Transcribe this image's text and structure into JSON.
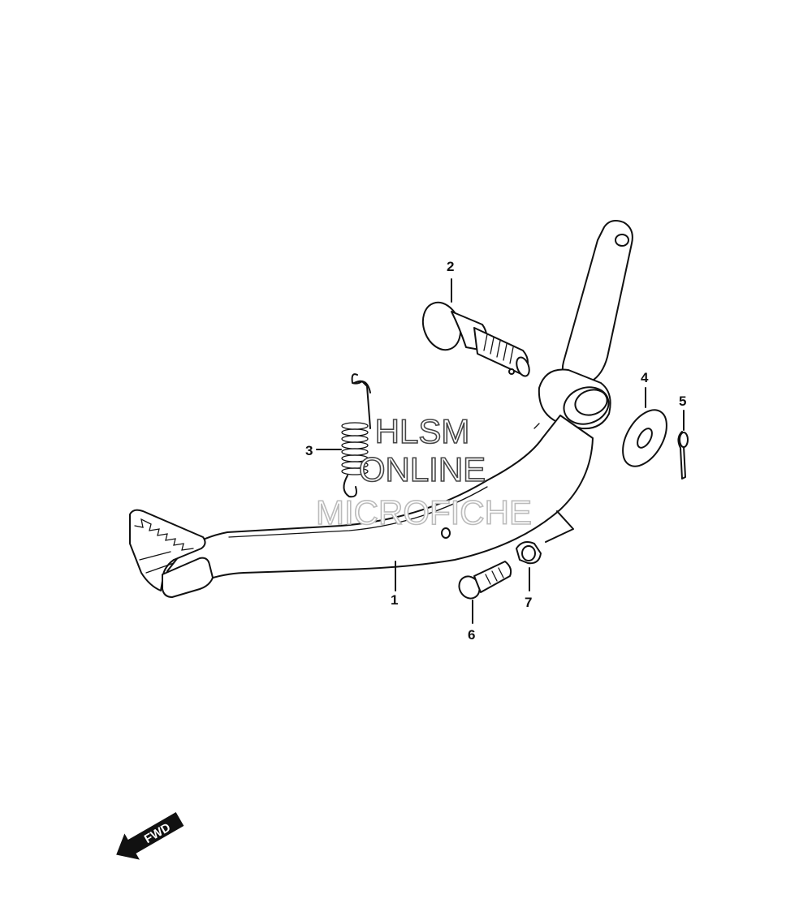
{
  "callouts": [
    {
      "id": "1",
      "label": "1"
    },
    {
      "id": "2",
      "label": "2"
    },
    {
      "id": "3",
      "label": "3"
    },
    {
      "id": "4",
      "label": "4"
    },
    {
      "id": "5",
      "label": "5"
    },
    {
      "id": "6",
      "label": "6"
    },
    {
      "id": "7",
      "label": "7"
    }
  ],
  "watermark": {
    "line1": "HLSM",
    "line2": "ONLINE",
    "line3": "MICROFICHE"
  },
  "direction_arrow": {
    "label": "FWD"
  },
  "colors": {
    "line": "#111111",
    "background": "#ffffff",
    "watermark_outline": "#444444",
    "watermark_faint": "#bbbbbb"
  }
}
